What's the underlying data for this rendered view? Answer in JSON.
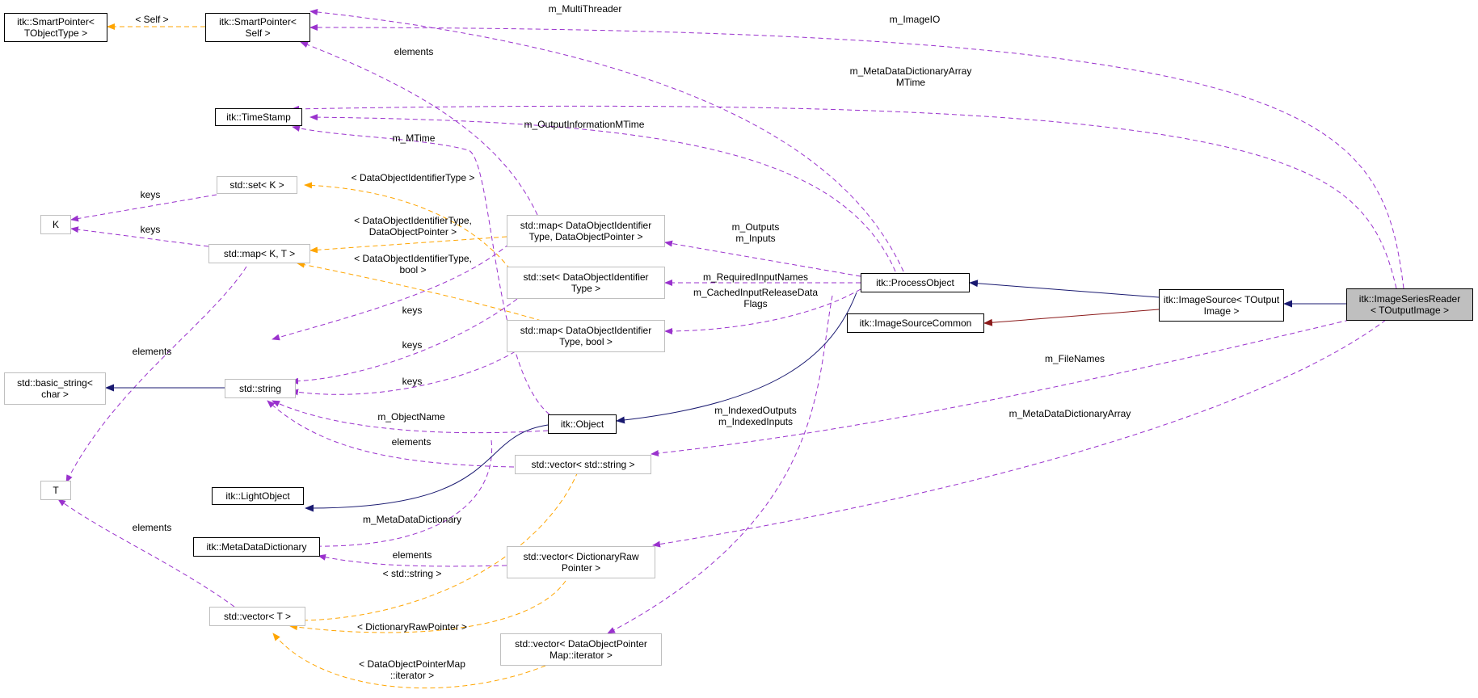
{
  "nodes": {
    "sp_tobj": {
      "lines": [
        "itk::SmartPointer<",
        "TObjectType >"
      ],
      "style": "black"
    },
    "sp_self": {
      "lines": [
        "itk::SmartPointer<",
        "Self >"
      ],
      "style": "black"
    },
    "timestamp": {
      "lines": [
        "itk::TimeStamp"
      ],
      "style": "black"
    },
    "set_k": {
      "lines": [
        "std::set< K >"
      ],
      "style": "gray"
    },
    "k": {
      "lines": [
        "K"
      ],
      "style": "gray"
    },
    "map_kt": {
      "lines": [
        "std::map< K, T >"
      ],
      "style": "gray"
    },
    "map_doptr": {
      "lines": [
        "std::map< DataObjectIdentifier",
        "Type, DataObjectPointer >"
      ],
      "style": "gray"
    },
    "set_doi": {
      "lines": [
        "std::set< DataObjectIdentifier",
        "Type >"
      ],
      "style": "gray"
    },
    "map_bool": {
      "lines": [
        "std::map< DataObjectIdentifier",
        "Type, bool >"
      ],
      "style": "gray"
    },
    "basic_string": {
      "lines": [
        "std::basic_string<",
        "char >"
      ],
      "style": "gray"
    },
    "string": {
      "lines": [
        "std::string"
      ],
      "style": "gray"
    },
    "t": {
      "lines": [
        "T"
      ],
      "style": "gray"
    },
    "lightobject": {
      "lines": [
        "itk::LightObject"
      ],
      "style": "black"
    },
    "object": {
      "lines": [
        "itk::Object"
      ],
      "style": "black"
    },
    "vec_string": {
      "lines": [
        "std::vector< std::string >"
      ],
      "style": "gray"
    },
    "metadict": {
      "lines": [
        "itk::MetaDataDictionary"
      ],
      "style": "black"
    },
    "vec_dictraw": {
      "lines": [
        "std::vector< DictionaryRaw",
        "Pointer >"
      ],
      "style": "gray"
    },
    "vec_t": {
      "lines": [
        "std::vector< T >"
      ],
      "style": "gray"
    },
    "vec_dopmap": {
      "lines": [
        "std::vector< DataObjectPointer",
        "Map::iterator >"
      ],
      "style": "gray"
    },
    "processobject": {
      "lines": [
        "itk::ProcessObject"
      ],
      "style": "black"
    },
    "imagesourcecommon": {
      "lines": [
        "itk::ImageSourceCommon"
      ],
      "style": "black"
    },
    "imagesource": {
      "lines": [
        "itk::ImageSource< TOutput",
        "Image >"
      ],
      "style": "black"
    },
    "reader": {
      "lines": [
        "itk::ImageSeriesReader",
        "< TOutputImage >"
      ],
      "style": "focus"
    }
  },
  "edge_labels": {
    "self": {
      "lines": [
        "< Self >"
      ]
    },
    "multithreader": {
      "lines": [
        "m_MultiThreader"
      ]
    },
    "imageio": {
      "lines": [
        "m_ImageIO"
      ]
    },
    "mdda_mtime": {
      "lines": [
        "m_MetaDataDictionaryArray",
        "MTime"
      ]
    },
    "elements_top": {
      "lines": [
        "elements"
      ]
    },
    "outinfo_mtime": {
      "lines": [
        "m_OutputInformationMTime"
      ]
    },
    "mtime": {
      "lines": [
        "m_MTime"
      ]
    },
    "doi_type": {
      "lines": [
        "< DataObjectIdentifierType >"
      ]
    },
    "keys_k1": {
      "lines": [
        "keys"
      ]
    },
    "keys_k2": {
      "lines": [
        "keys"
      ]
    },
    "doi_doptr": {
      "lines": [
        "< DataObjectIdentifierType,",
        "DataObjectPointer >"
      ]
    },
    "doi_bool": {
      "lines": [
        "< DataObjectIdentifierType,",
        "bool >"
      ]
    },
    "outputs_inputs": {
      "lines": [
        "m_Outputs",
        "m_Inputs"
      ]
    },
    "required_inputs": {
      "lines": [
        "m_RequiredInputNames"
      ]
    },
    "cached_release": {
      "lines": [
        "m_CachedInputReleaseData",
        "Flags"
      ]
    },
    "keys_s1": {
      "lines": [
        "keys"
      ]
    },
    "keys_s2": {
      "lines": [
        "keys"
      ]
    },
    "keys_s3": {
      "lines": [
        "keys"
      ]
    },
    "elements_t": {
      "lines": [
        "elements"
      ]
    },
    "filenames": {
      "lines": [
        "m_FileNames"
      ]
    },
    "objectname": {
      "lines": [
        "m_ObjectName"
      ]
    },
    "elements_s": {
      "lines": [
        "elements"
      ]
    },
    "indexed": {
      "lines": [
        "m_IndexedOutputs",
        "m_IndexedInputs"
      ]
    },
    "mdda": {
      "lines": [
        "m_MetaDataDictionaryArray"
      ]
    },
    "metadictionary": {
      "lines": [
        "m_MetaDataDictionary"
      ]
    },
    "elements_vt": {
      "lines": [
        "elements"
      ]
    },
    "elements_md": {
      "lines": [
        "elements"
      ]
    },
    "std_string": {
      "lines": [
        "< std::string >"
      ]
    },
    "dictrawptr": {
      "lines": [
        "< DictionaryRawPointer >"
      ]
    },
    "dopmap_iter": {
      "lines": [
        "< DataObjectPointerMap",
        "::iterator >"
      ]
    }
  },
  "colors": {
    "composition": "#9a32cd",
    "template": "#ffa500",
    "inheritance_public": "#191970",
    "inheritance_private": "#8b1a1a",
    "gray_border": "#bfbfbf",
    "focus_fill": "#bfbfbf"
  }
}
